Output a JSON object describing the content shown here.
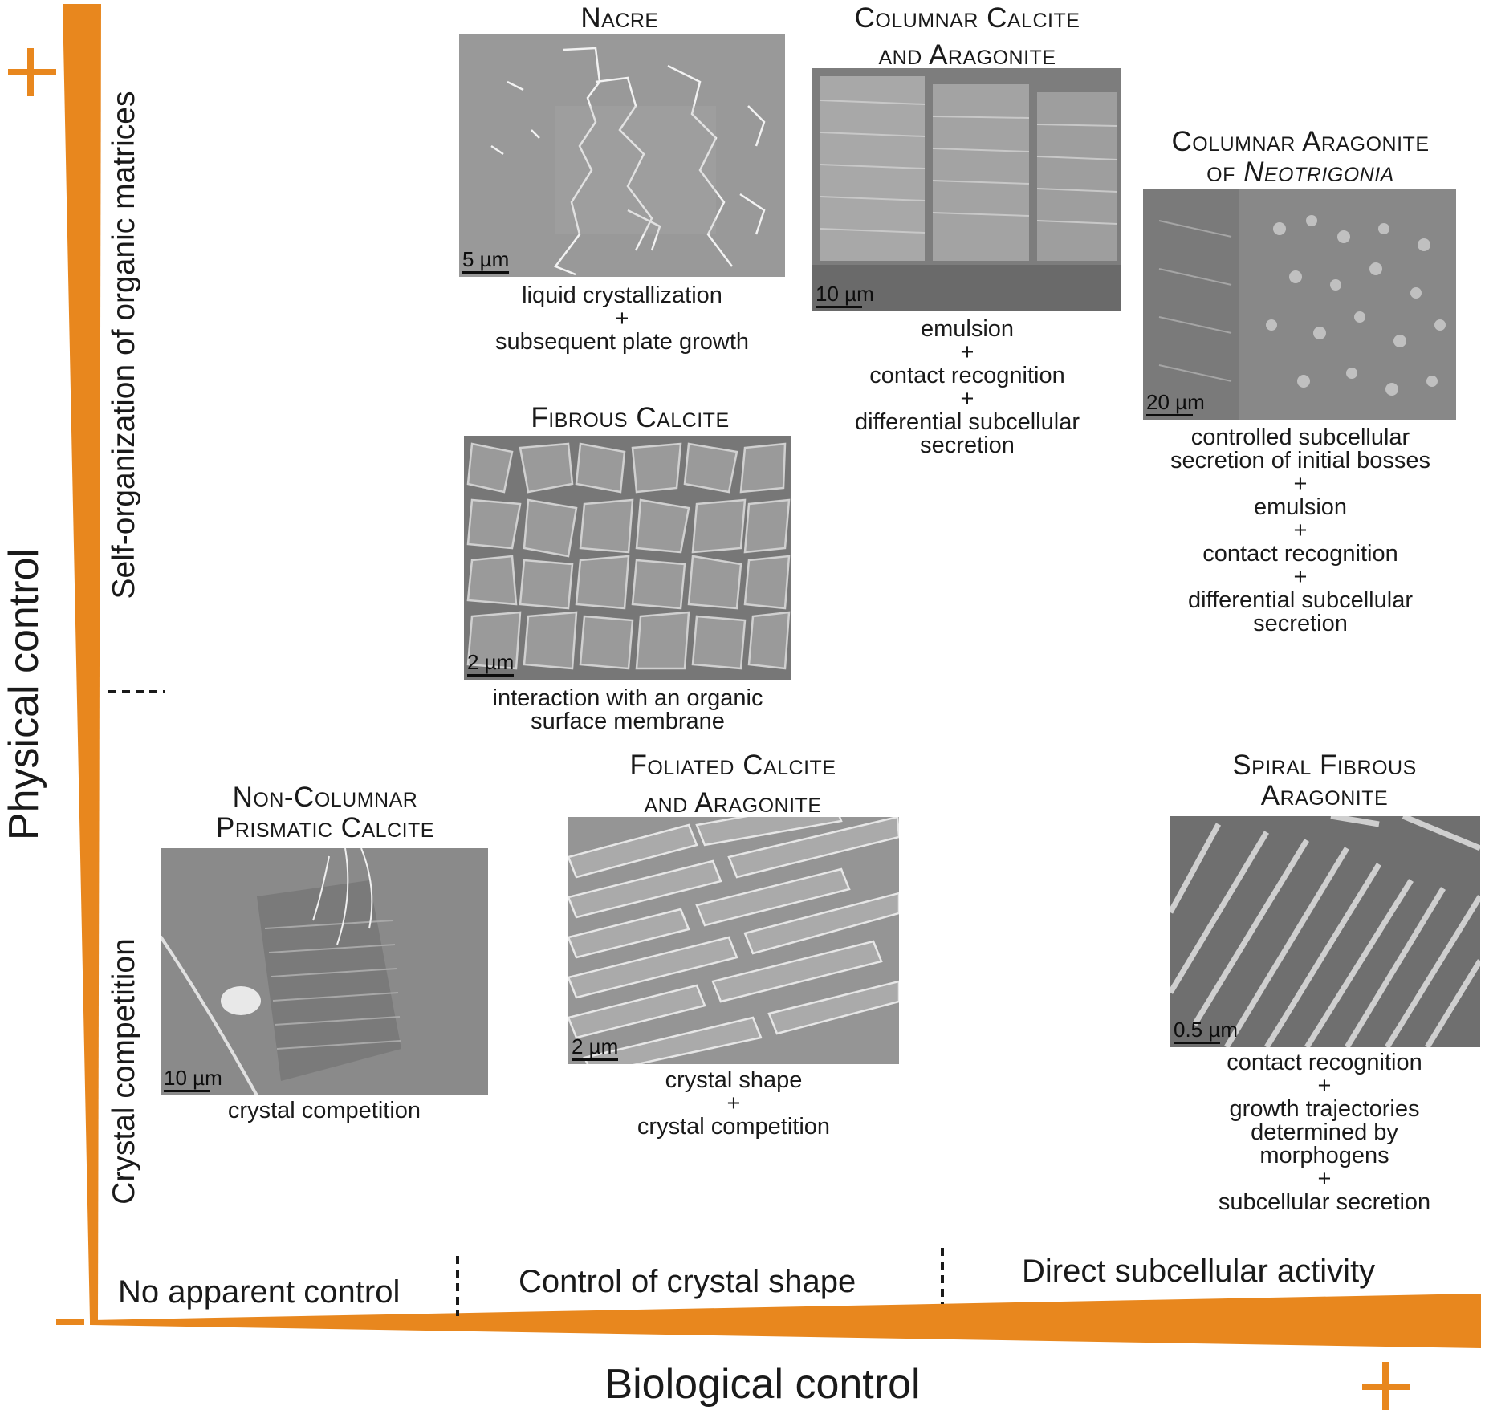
{
  "axes": {
    "vertical_label": "Physical control",
    "horizontal_label": "Biological control",
    "plus_sign": "+",
    "minus_sign": "−",
    "accent_color": "#E8871E"
  },
  "physical_zones": {
    "upper": "Self-organization of organic matrices",
    "lower": "Crystal competition"
  },
  "biological_zones": {
    "left": "No apparent control",
    "middle": "Control of crystal shape",
    "right": "Direct subcellular activity"
  },
  "panels": {
    "nacre": {
      "title": "Nacre",
      "scale": "5 µm",
      "caption": [
        "liquid crystallization",
        "+",
        "subsequent plate growth"
      ]
    },
    "columnar_calcite": {
      "title": [
        "Columnar Calcite",
        "and Aragonite"
      ],
      "scale": "10 µm",
      "caption": [
        "emulsion",
        "+",
        "contact recognition",
        "+",
        "differential subcellular",
        "secretion"
      ]
    },
    "neotrigonia": {
      "title_line1": "Columnar Aragonite",
      "title_prefix": "of ",
      "title_italic": "Neotrigonia",
      "scale": "20 µm",
      "caption": [
        "controlled subcellular",
        "secretion of initial bosses",
        "+",
        "emulsion",
        "+",
        "contact recognition",
        "+",
        "differential subcellular",
        "secretion"
      ]
    },
    "fibrous": {
      "title": "Fibrous Calcite",
      "scale": "2 µm",
      "caption": [
        "interaction with an organic",
        "surface membrane"
      ]
    },
    "noncolumnar": {
      "title": [
        "Non-Columnar",
        "Prismatic Calcite"
      ],
      "scale": "10 µm",
      "caption": [
        "crystal competition"
      ]
    },
    "foliated": {
      "title": [
        "Foliated Calcite",
        "and Aragonite"
      ],
      "scale": "2 µm",
      "caption": [
        "crystal shape",
        "+",
        "crystal competition"
      ]
    },
    "spiral": {
      "title": [
        "Spiral Fibrous",
        "Aragonite"
      ],
      "scale": "0.5 µm",
      "caption": [
        "contact recognition",
        "+",
        "growth trajectories",
        "determined by",
        "morphogens",
        "+",
        "subcellular secretion"
      ]
    }
  }
}
